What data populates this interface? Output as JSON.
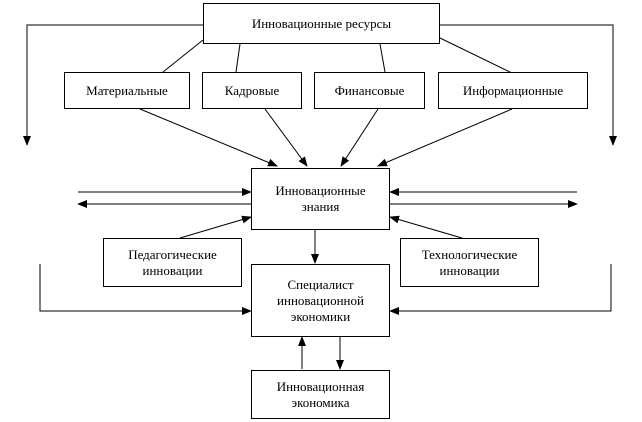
{
  "diagram": {
    "nodes": {
      "resources": "Инновационные ресурсы",
      "material": "Материальные",
      "personnel": "Кадровые",
      "financial": "Финансовые",
      "informational": "Информационные",
      "knowledge": "Инновационные\nзнания",
      "pedagogical": "Педагогические\nинновации",
      "technological": "Технологические\nинновации",
      "specialist": "Специалист\nинновационной\nэкономики",
      "economy": "Инновационная\nэкономика"
    },
    "line_color": "#000000"
  }
}
